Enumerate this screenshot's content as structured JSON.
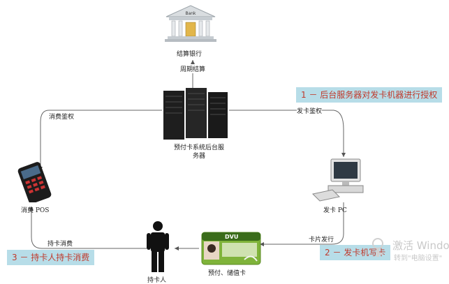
{
  "nodes": {
    "bank": {
      "label": "结算银行",
      "sign": "Bank"
    },
    "server": {
      "label_line1": "预付卡系统后台服",
      "label_line2": "务器"
    },
    "pos": {
      "label": "消费 POS"
    },
    "issuer_pc": {
      "label": "发卡 PC"
    },
    "card": {
      "label": "预付、储值卡",
      "brand": "DVU"
    },
    "holder": {
      "label": "持卡人"
    }
  },
  "edges": {
    "settlement": "周期结算",
    "consume_auth": "消费鉴权",
    "issue_card": "发卡鉴权",
    "card_issue": "卡片发行",
    "holder_consume": "持卡消费"
  },
  "callouts": {
    "c1": "1 － 后台服务器对发卡机器进行授权",
    "c2": "2 － 发卡机写卡",
    "c3": "3 － 持卡人持卡消费"
  },
  "watermark": {
    "line1": "激活 Windo",
    "line2": "转到\"电脑设置\""
  },
  "colors": {
    "callout_bg": "#b7dde8",
    "callout_text": "#c0392b",
    "arrow": "#555555"
  }
}
